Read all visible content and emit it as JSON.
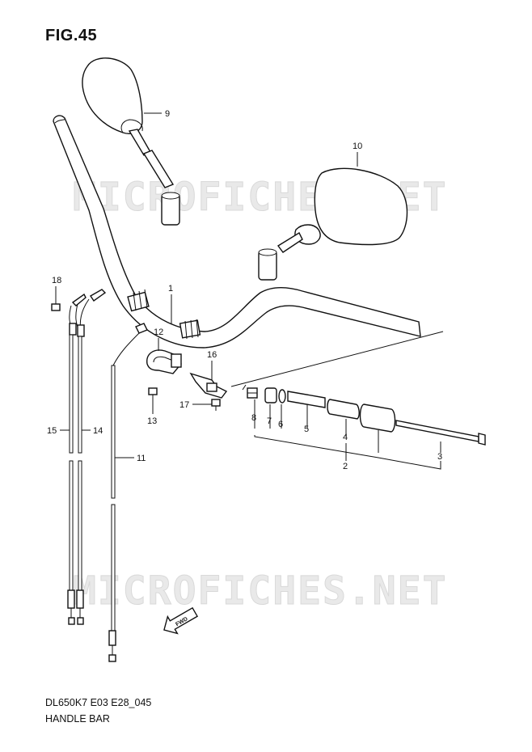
{
  "figure": {
    "title": "FIG.45"
  },
  "watermark": "MICROFICHES.NET",
  "footer": {
    "model_code": "DL650K7 E03 E28_045",
    "section_name": "HANDLE BAR"
  },
  "callouts": [
    {
      "key": "c1",
      "label": "1"
    },
    {
      "key": "c2",
      "label": "2"
    },
    {
      "key": "c3",
      "label": "3"
    },
    {
      "key": "c4",
      "label": "4"
    },
    {
      "key": "c5",
      "label": "5"
    },
    {
      "key": "c6",
      "label": "6"
    },
    {
      "key": "c7",
      "label": "7"
    },
    {
      "key": "c8",
      "label": "8"
    },
    {
      "key": "c9",
      "label": "9"
    },
    {
      "key": "c10",
      "label": "10"
    },
    {
      "key": "c11",
      "label": "11"
    },
    {
      "key": "c12",
      "label": "12"
    },
    {
      "key": "c13",
      "label": "13"
    },
    {
      "key": "c14",
      "label": "14"
    },
    {
      "key": "c15",
      "label": "15"
    },
    {
      "key": "c16",
      "label": "16"
    },
    {
      "key": "c17",
      "label": "17"
    },
    {
      "key": "c18",
      "label": "18"
    }
  ],
  "fwd_label": "FWD"
}
